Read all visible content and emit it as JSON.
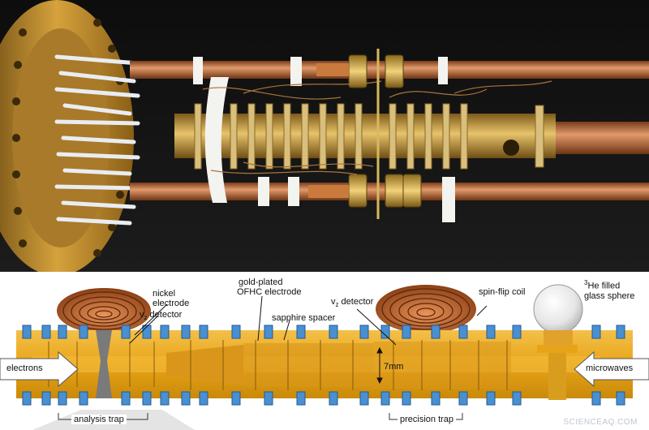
{
  "schematic": {
    "labels": {
      "nickel_electrode_line1": "nickel",
      "nickel_electrode_line2": "electrode",
      "vz_detector_left": "v",
      "vz_detector_left_sub": "z",
      "vz_detector_left_rest": " detector",
      "gold_plated_line1": "gold-plated",
      "gold_plated_line2": "OFHC electrode",
      "sapphire_spacer": "sapphire spacer",
      "vz_detector_right": "v",
      "vz_detector_right_sub": "z",
      "vz_detector_right_rest": " detector",
      "spin_flip_coil": "spin-flip coil",
      "he_sup": "3",
      "he_line1": "He filled",
      "he_line2": "glass sphere",
      "dimension": "7mm",
      "electrons": "electrons",
      "microwaves": "microwaves",
      "analysis_trap": "analysis trap",
      "precision_trap": "precision trap"
    },
    "colors": {
      "gold": "#e8a417",
      "gold_dark": "#c98a0a",
      "copper": "#b8632c",
      "spacer_blue": "#4a8fd0",
      "nickel_gray": "#7a7a7a"
    }
  },
  "watermark": "SCIENCEAQ.COM"
}
